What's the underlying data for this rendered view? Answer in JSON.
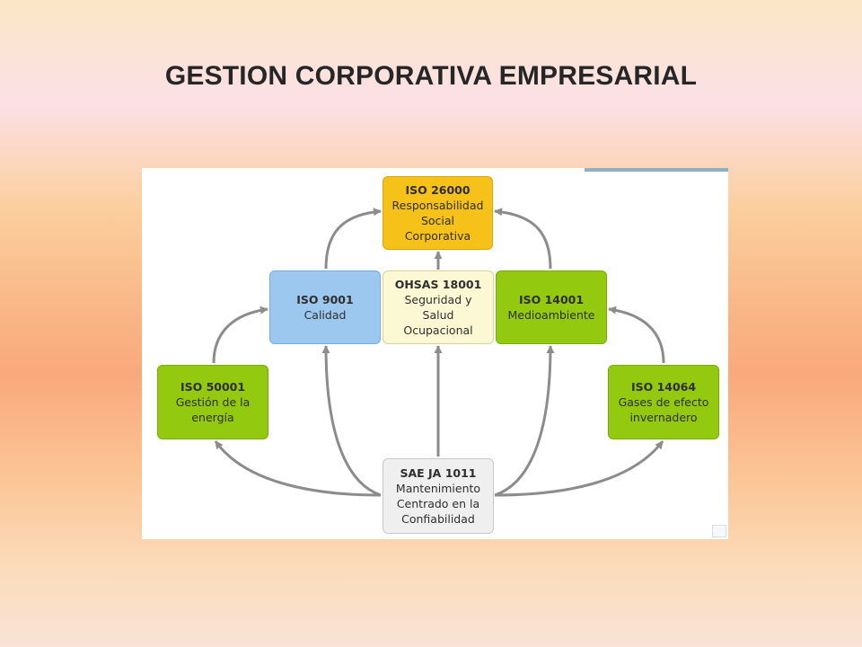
{
  "slide": {
    "title": "GESTION CORPORATIVA EMPRESARIAL"
  },
  "diagram": {
    "nodes": {
      "iso26000": {
        "code": "ISO 26000",
        "desc": "Responsabilidad\nSocial\nCorporativa",
        "color": "#f6c21a"
      },
      "iso9001": {
        "code": "ISO 9001",
        "desc": "Calidad",
        "color": "#9cc8ef"
      },
      "ohsas": {
        "code": "OHSAS 18001",
        "desc": "Seguridad y\nSalud\nOcupacional",
        "color": "#fdf8d4"
      },
      "iso14001": {
        "code": "ISO 14001",
        "desc": "Medioambiente",
        "color": "#93c90f"
      },
      "iso50001": {
        "code": "ISO 50001",
        "desc": "Gestión de la\nenergía",
        "color": "#93c90f"
      },
      "iso14064": {
        "code": "ISO 14064",
        "desc": "Gases de efecto\ninvernadero",
        "color": "#93c90f"
      },
      "saeja": {
        "code": "SAE JA 1011",
        "desc": "Mantenimiento\nCentrado en la\nConfiabilidad",
        "color": "#efefef"
      }
    },
    "arrow_color": "#8c8c8c"
  }
}
